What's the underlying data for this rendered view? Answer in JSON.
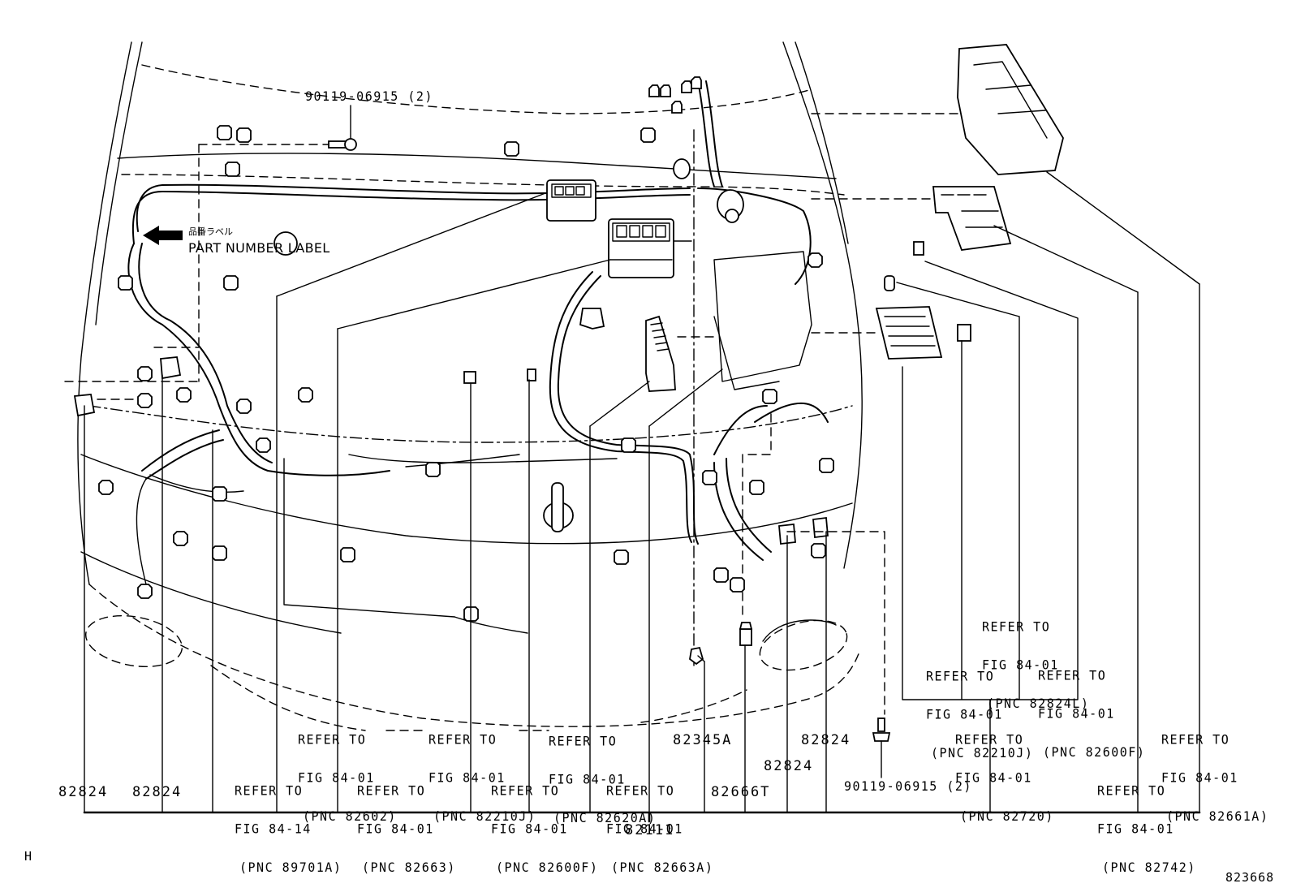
{
  "diagram": {
    "title_bolt_top": "90119-06915 (2)",
    "bolt_bottom": "90119-06915 (2)",
    "part_number_label_jp": "品番ラベル",
    "part_number_label": "PART NUMBER LABEL",
    "main_harness_pnc": "82111",
    "illustration_id": "823668",
    "corner_mark": "H",
    "refer_prefix": "REFER TO",
    "callouts": [
      {
        "id": "c1",
        "kind": "pnc",
        "text": "82824"
      },
      {
        "id": "c2",
        "kind": "pnc",
        "text": "82824"
      },
      {
        "id": "c3",
        "kind": "refer",
        "fig": "FIG 84-14",
        "pnc": "(PNC 89701A)"
      },
      {
        "id": "c4",
        "kind": "refer",
        "fig": "FIG 84-01",
        "pnc": "(PNC 82602)"
      },
      {
        "id": "c5",
        "kind": "refer",
        "fig": "FIG 84-01",
        "pnc": "(PNC 82663)"
      },
      {
        "id": "c6",
        "kind": "refer",
        "fig": "FIG 84-01",
        "pnc": "(PNC 82210J)"
      },
      {
        "id": "c7",
        "kind": "refer",
        "fig": "FIG 84-01",
        "pnc": "(PNC 82600F)"
      },
      {
        "id": "c8",
        "kind": "refer",
        "fig": "FIG 84-01",
        "pnc": "(PNC 82620A)"
      },
      {
        "id": "c9",
        "kind": "refer",
        "fig": "FIG 84-01",
        "pnc": "(PNC 82663A)"
      },
      {
        "id": "c10",
        "kind": "pnc",
        "text": "82345A"
      },
      {
        "id": "c11",
        "kind": "pnc",
        "text": "82666T"
      },
      {
        "id": "c12",
        "kind": "pnc",
        "text": "82824"
      },
      {
        "id": "c13",
        "kind": "pnc",
        "text": "82824"
      },
      {
        "id": "c14",
        "kind": "refer",
        "fig": "FIG 84-01",
        "pnc": "(PNC 82720)"
      },
      {
        "id": "c15",
        "kind": "refer",
        "fig": "FIG 84-01",
        "pnc": "(PNC 82210J)"
      },
      {
        "id": "c16",
        "kind": "refer",
        "fig": "FIG 84-01",
        "pnc": "(PNC 82824L)"
      },
      {
        "id": "c17",
        "kind": "refer",
        "fig": "FIG 84-01",
        "pnc": "(PNC 82600F)"
      },
      {
        "id": "c18",
        "kind": "refer",
        "fig": "FIG 84-01",
        "pnc": "(PNC 82742)"
      },
      {
        "id": "c19",
        "kind": "refer",
        "fig": "FIG 84-01",
        "pnc": "(PNC 82661A)"
      }
    ]
  }
}
